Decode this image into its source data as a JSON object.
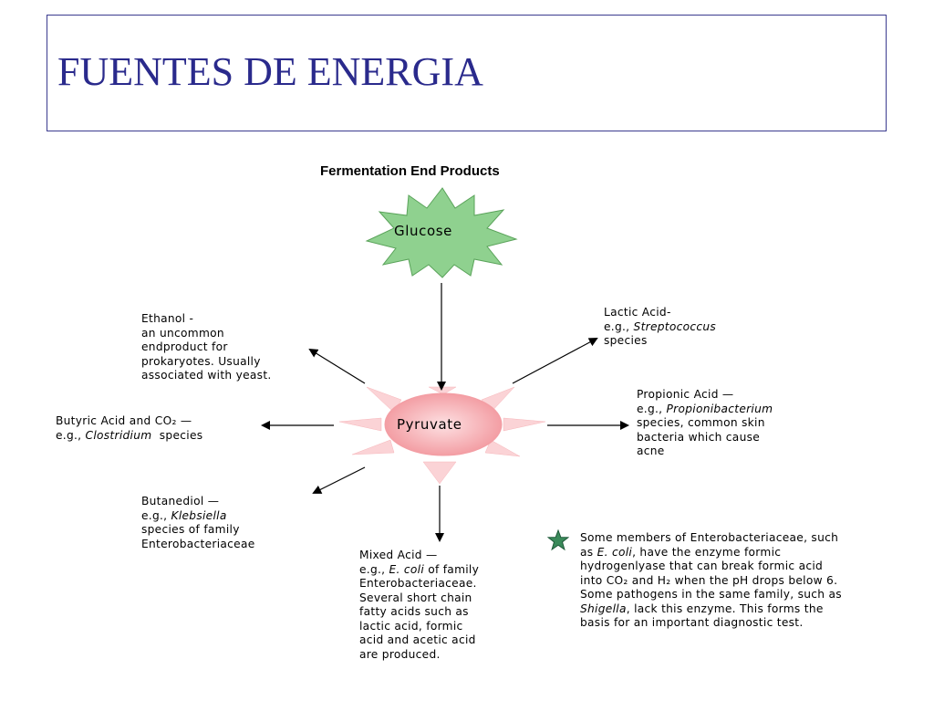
{
  "slide": {
    "title": "FUENTES DE ENERGIA"
  },
  "diagram": {
    "title": "Fermentation End Products",
    "glucose": "Glucose",
    "pyruvate": "Pyruvate",
    "ethanol": {
      "line1": "Ethanol -",
      "line2": "an uncommon",
      "line3": "endproduct for",
      "line4": "prokaryotes.  Usually",
      "line5": "associated with yeast."
    },
    "lactic": {
      "line1": "Lactic Acid-",
      "line2_prefix": "e.g., ",
      "line2_italic": "Streptococcus",
      "line3": "species"
    },
    "propionic": {
      "line1": "Propionic Acid —",
      "line2_prefix": "e.g., ",
      "line2_italic": "Propionibacterium",
      "line3": "species, common skin",
      "line4": "bacteria which cause",
      "line5": "acne"
    },
    "butyric": {
      "line1": "Butyric Acid and CO₂ —",
      "line2_prefix": "e.g., ",
      "line2_italic": "Clostridium",
      "line2_suffix": "  species"
    },
    "butanediol": {
      "line1": "Butanediol —",
      "line2_prefix": "e.g., ",
      "line2_italic": "Klebsiella",
      "line3": "species of family",
      "line4": "Enterobacteriaceae"
    },
    "mixed": {
      "line1": "Mixed Acid —",
      "line2_prefix": "e.g., ",
      "line2_italic": "E. coli",
      "line2_suffix": " of family",
      "line3": "Enterobacteriaceae.",
      "line4": "Several short chain",
      "line5": "fatty acids such as",
      "line6": "lactic acid, formic",
      "line7": "acid and acetic acid",
      "line8": "are produced."
    },
    "note": {
      "line1": "Some members of Enterobacteriaceae, such",
      "line2_prefix": "as ",
      "line2_italic": "E. coli",
      "line2_suffix": ", have the enzyme formic",
      "line3": "hydrogenlyase that can break formic acid",
      "line4": "into CO₂ and H₂ when the pH drops below 6.",
      "line5": "Some pathogens in the same family, such as",
      "line6_italic": "Shigella",
      "line6_suffix": ", lack this enzyme.  This forms the",
      "line7": "basis for an important diagnostic test."
    },
    "colors": {
      "glucose_fill": "#8fd18f",
      "glucose_stroke": "#5aa35a",
      "pyruvate_fill": "#f7a8ac",
      "ray_fill": "#fbd3d6",
      "star_fill": "#3a8a5a",
      "title_color": "#2a2a8c"
    },
    "icons": {
      "note_marker": "star-icon"
    }
  }
}
